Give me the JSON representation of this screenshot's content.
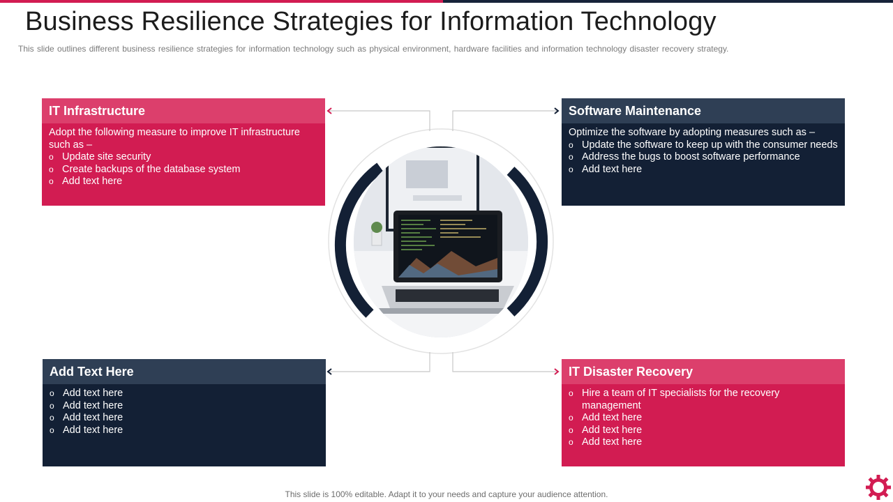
{
  "slide": {
    "title": "Business Resilience Strategies for Information Technology",
    "subtitle": "This slide outlines different  business resilience strategies for information  technology  such as physical environment,  hardware  facilities and information technology disaster recovery  strategy.",
    "footer": "This slide is 100% editable. Adapt it to your  needs and capture your audience attention."
  },
  "cards": {
    "top_left": {
      "title": "IT Infrastructure",
      "intro": "Adopt the following measure to improve IT infrastructure such as –",
      "bullets": [
        "Update site security",
        "Create backups of the database system",
        "Add text here"
      ]
    },
    "top_right": {
      "title": "Software Maintenance",
      "intro": "Optimize the software by adopting measures such as –",
      "bullets": [
        "Update the software to keep up with the consumer needs",
        "Address the bugs to boost software performance",
        "Add text here"
      ]
    },
    "bottom_left": {
      "title": "Add Text Here",
      "bullets": [
        "Add text here",
        "Add text here",
        "Add text here",
        "Add text here"
      ]
    },
    "bottom_right": {
      "title": "IT Disaster Recovery",
      "bullets": [
        "Hire a team of IT specialists for the recovery management",
        "Add text here",
        "Add text here",
        "Add text here"
      ]
    }
  },
  "colors": {
    "pink": "#d21c52",
    "pink_header": "#dc3f6c",
    "navy": "#132035",
    "navy_header": "#2f3f55"
  },
  "icons": {
    "center_image": "laptop-photo",
    "corner_logo": "gear-icon"
  }
}
